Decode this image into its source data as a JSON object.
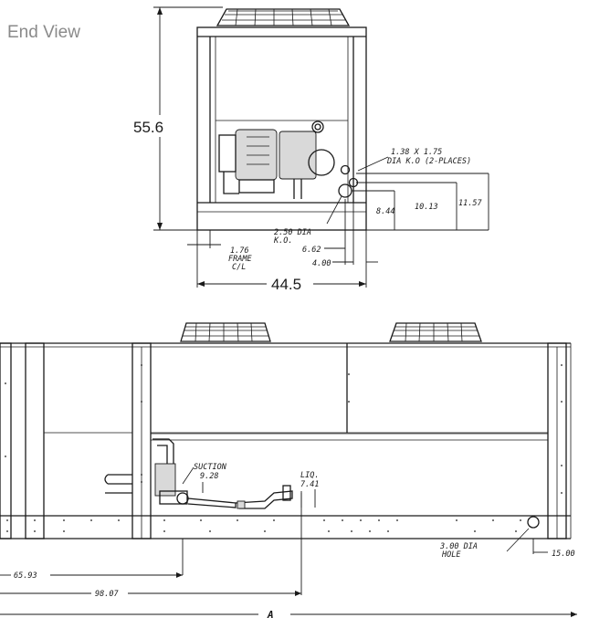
{
  "title": "End View",
  "end_view": {
    "height": "55.6",
    "width": "44.5",
    "knockout_top_line1": "1.38 X 1.75",
    "knockout_top_line2": "DIA K.O (2-PLACES)",
    "knockout_bottom_line1": "2.50 DIA",
    "knockout_bottom_line2": "K.O.",
    "dim_8_44": "8.44",
    "dim_10_13": "10.13",
    "dim_11_57": "11.57",
    "dim_6_62": "6.62",
    "dim_4_00": "4.00",
    "frame_line1": "1.76",
    "frame_line2": "FRAME",
    "frame_line3": "C/L"
  },
  "side_view": {
    "suction_label": "SUCTION",
    "suction_value": "9.28",
    "liq_label": "LIQ.",
    "liq_value": "7.41",
    "hole_line1": "3.00 DIA",
    "hole_line2": "HOLE",
    "dim_15_00": "15.00",
    "dim_65_93": "65.93",
    "dim_98_07": "98.07",
    "dim_a": "A"
  }
}
